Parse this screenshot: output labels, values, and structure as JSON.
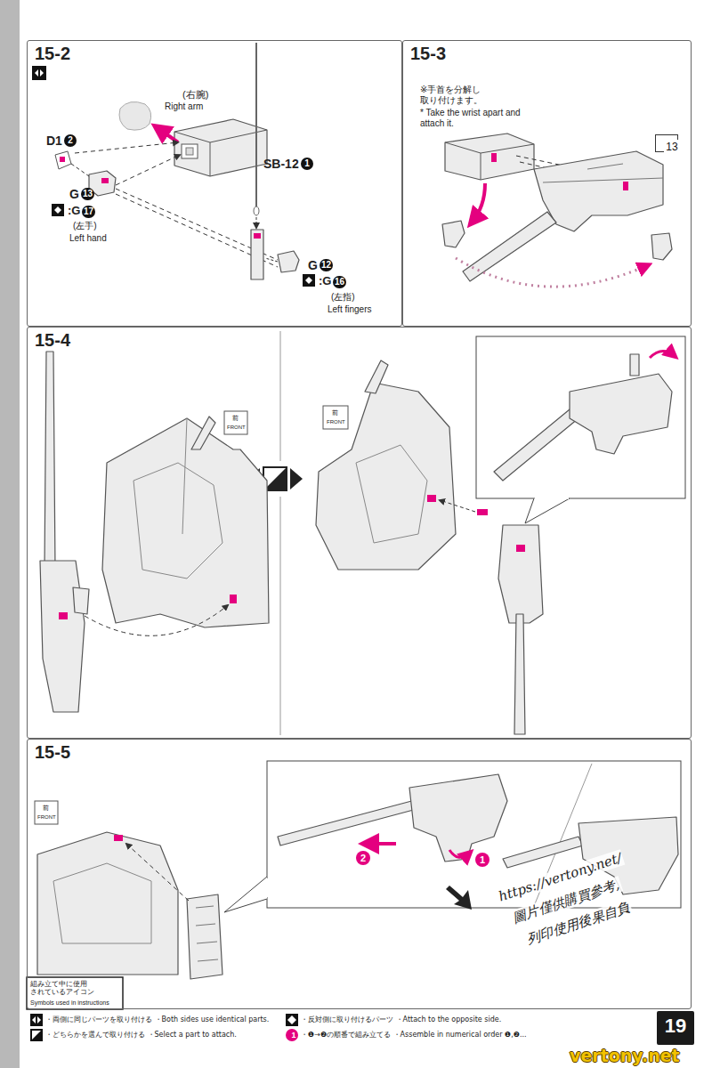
{
  "diagram": {
    "nodes": [
      {
        "text": [
          "15-2"
        ]
      },
      {
        "text": [
          "15-3"
        ]
      },
      {
        "text": [
          "13"
        ],
        "in": 1
      },
      {
        "text": [
          "15-4"
        ]
      },
      {
        "text": [
          "15-5"
        ]
      },
      {
        "text": [
          "19"
        ]
      }
    ],
    "labels": [
      "(右腕)",
      "Right arm",
      "D1",
      "2",
      "G",
      "13",
      ":G",
      "17",
      "(左手)",
      "Left hand",
      "SB-12",
      "1",
      "G",
      "12",
      ":G",
      "16",
      "(左指)",
      "Left fingers",
      "※手首を分解し 取り付けます。",
      "* Take the wrist apart and attach it.",
      "前",
      "FRONT",
      "前",
      "FRONT",
      "前",
      "FRONT",
      "1",
      "2",
      "https://vertony.net/",
      "圖片僅供購買參考,",
      "列印使用後果自負",
      "vertony.net",
      "組み立て中に使用 されているアイコン",
      "Symbols used in instructions",
      "1"
    ],
    "legend": [
      {
        "text": "・両側に同じパーツを取り付ける ・Both sides use identical parts."
      },
      {
        "text": "・反対側に取り付けるパーツ ・Attach to the opposite side."
      },
      {
        "text": "・どちらかを選んで取り付ける ・Select a part to attach."
      },
      {
        "text": "・❶→❷の順番で組み立てる ・Assemble in numerical order ❶,❷..."
      }
    ]
  }
}
